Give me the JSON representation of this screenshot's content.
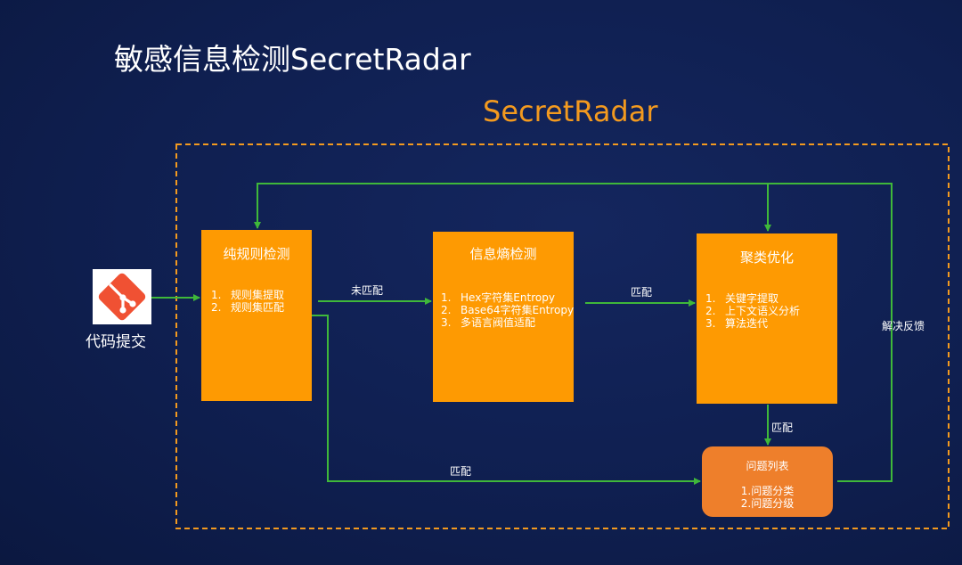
{
  "title": "敏感信息检测SecretRadar",
  "frame_title": "SecretRadar",
  "colors": {
    "accent": "#f39a1f",
    "box": "#fe9a02",
    "issues": "#ee7f2b",
    "arrow": "#3fb83a",
    "background": "#0f1f50"
  },
  "source": {
    "icon": "git-logo-icon",
    "label": "代码提交"
  },
  "stages": [
    {
      "title": "纯规则检测",
      "items": [
        {
          "n": "1.",
          "text": "规则集提取"
        },
        {
          "n": "2.",
          "text": "规则集匹配"
        }
      ]
    },
    {
      "title": "信息熵检测",
      "items": [
        {
          "n": "1.",
          "text": "Hex字符集Entropy"
        },
        {
          "n": "2.",
          "text": "Base64字符集Entropy"
        },
        {
          "n": "3.",
          "text": "多语言阀值适配"
        }
      ]
    },
    {
      "title": "聚类优化",
      "items": [
        {
          "n": "1.",
          "text": "关键字提取"
        },
        {
          "n": "2.",
          "text": "上下文语义分析"
        },
        {
          "n": "3.",
          "text": "算法迭代"
        }
      ]
    }
  ],
  "issues": {
    "title": "问题列表",
    "items": [
      "1.问题分类",
      "2.问题分级"
    ]
  },
  "edge_labels": {
    "no_match": "未匹配",
    "match_mid": "匹配",
    "match_down": "匹配",
    "match_bottom": "匹配",
    "feedback": "解决反馈"
  }
}
